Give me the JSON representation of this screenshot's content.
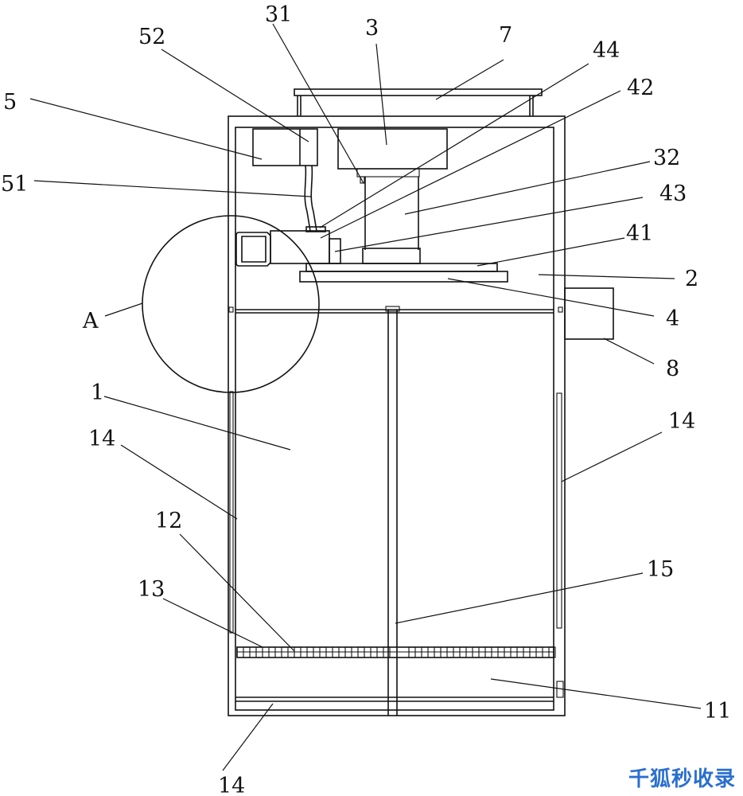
{
  "labels": {
    "l31": "31",
    "l3": "3",
    "l7": "7",
    "l52": "52",
    "l44": "44",
    "l42": "42",
    "l5": "5",
    "l32": "32",
    "l43": "43",
    "l51": "51",
    "l41": "41",
    "l2": "2",
    "lA": "A",
    "l4": "4",
    "l8": "8",
    "l1": "1",
    "l14a": "14",
    "l14b": "14",
    "l12": "12",
    "l13": "13",
    "l15": "15",
    "l11": "11",
    "l14c": "14"
  },
  "watermark": "千狐秒收录"
}
